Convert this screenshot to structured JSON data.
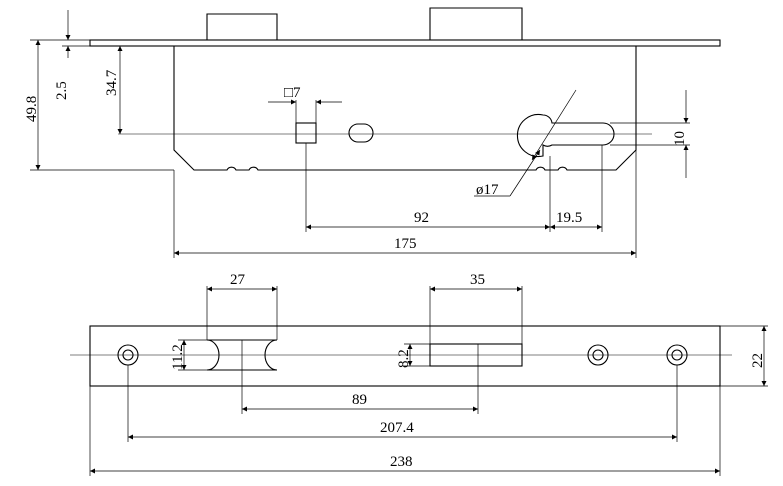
{
  "top_view": {
    "dim_backset_offset": "2.5",
    "dim_total_height": "49.8",
    "dim_center_height": "34.7",
    "dim_square_spindle": "□7",
    "dim_cylinder_dia": "ø17",
    "dim_cylinder_slot": "10",
    "dim_center_distance": "92",
    "dim_cylinder_offset": "19.5",
    "dim_case_length": "175"
  },
  "front_view": {
    "dim_latch_width": "27",
    "dim_bolt_width": "35",
    "dim_latch_height": "11.2",
    "dim_bolt_height": "8.2",
    "dim_plate_height": "22",
    "dim_latch_bolt_distance": "89",
    "dim_screw_distance": "207.4",
    "dim_plate_length": "238"
  }
}
